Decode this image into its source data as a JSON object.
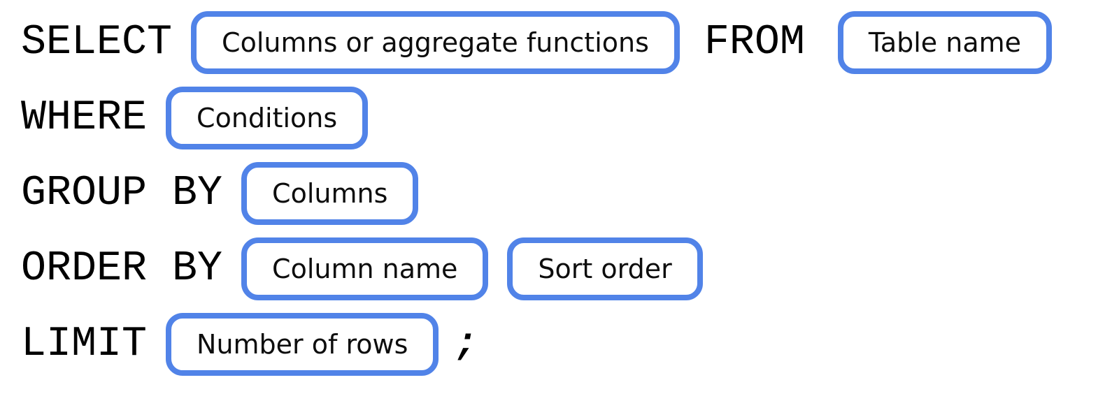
{
  "diagram": {
    "title_semantic": "SQL query syntax diagram",
    "colors": {
      "pill_border": "#5183E8",
      "pill_background": "#FFFFFF",
      "keyword_text": "#000000",
      "pill_label_text": "#0D0D0D",
      "page_background": "#FFFFFF"
    },
    "rows": [
      {
        "keyword": "SELECT",
        "pill1": "Columns or aggregate functions",
        "keyword2": "FROM",
        "pill2": "Table name"
      },
      {
        "keyword": "WHERE",
        "pill1": "Conditions"
      },
      {
        "keyword": "GROUP BY",
        "pill1": "Columns"
      },
      {
        "keyword": "ORDER BY",
        "pill1": "Column name",
        "pill2": "Sort order"
      },
      {
        "keyword": "LIMIT",
        "pill1": "Number of rows",
        "terminator": ";"
      }
    ]
  }
}
